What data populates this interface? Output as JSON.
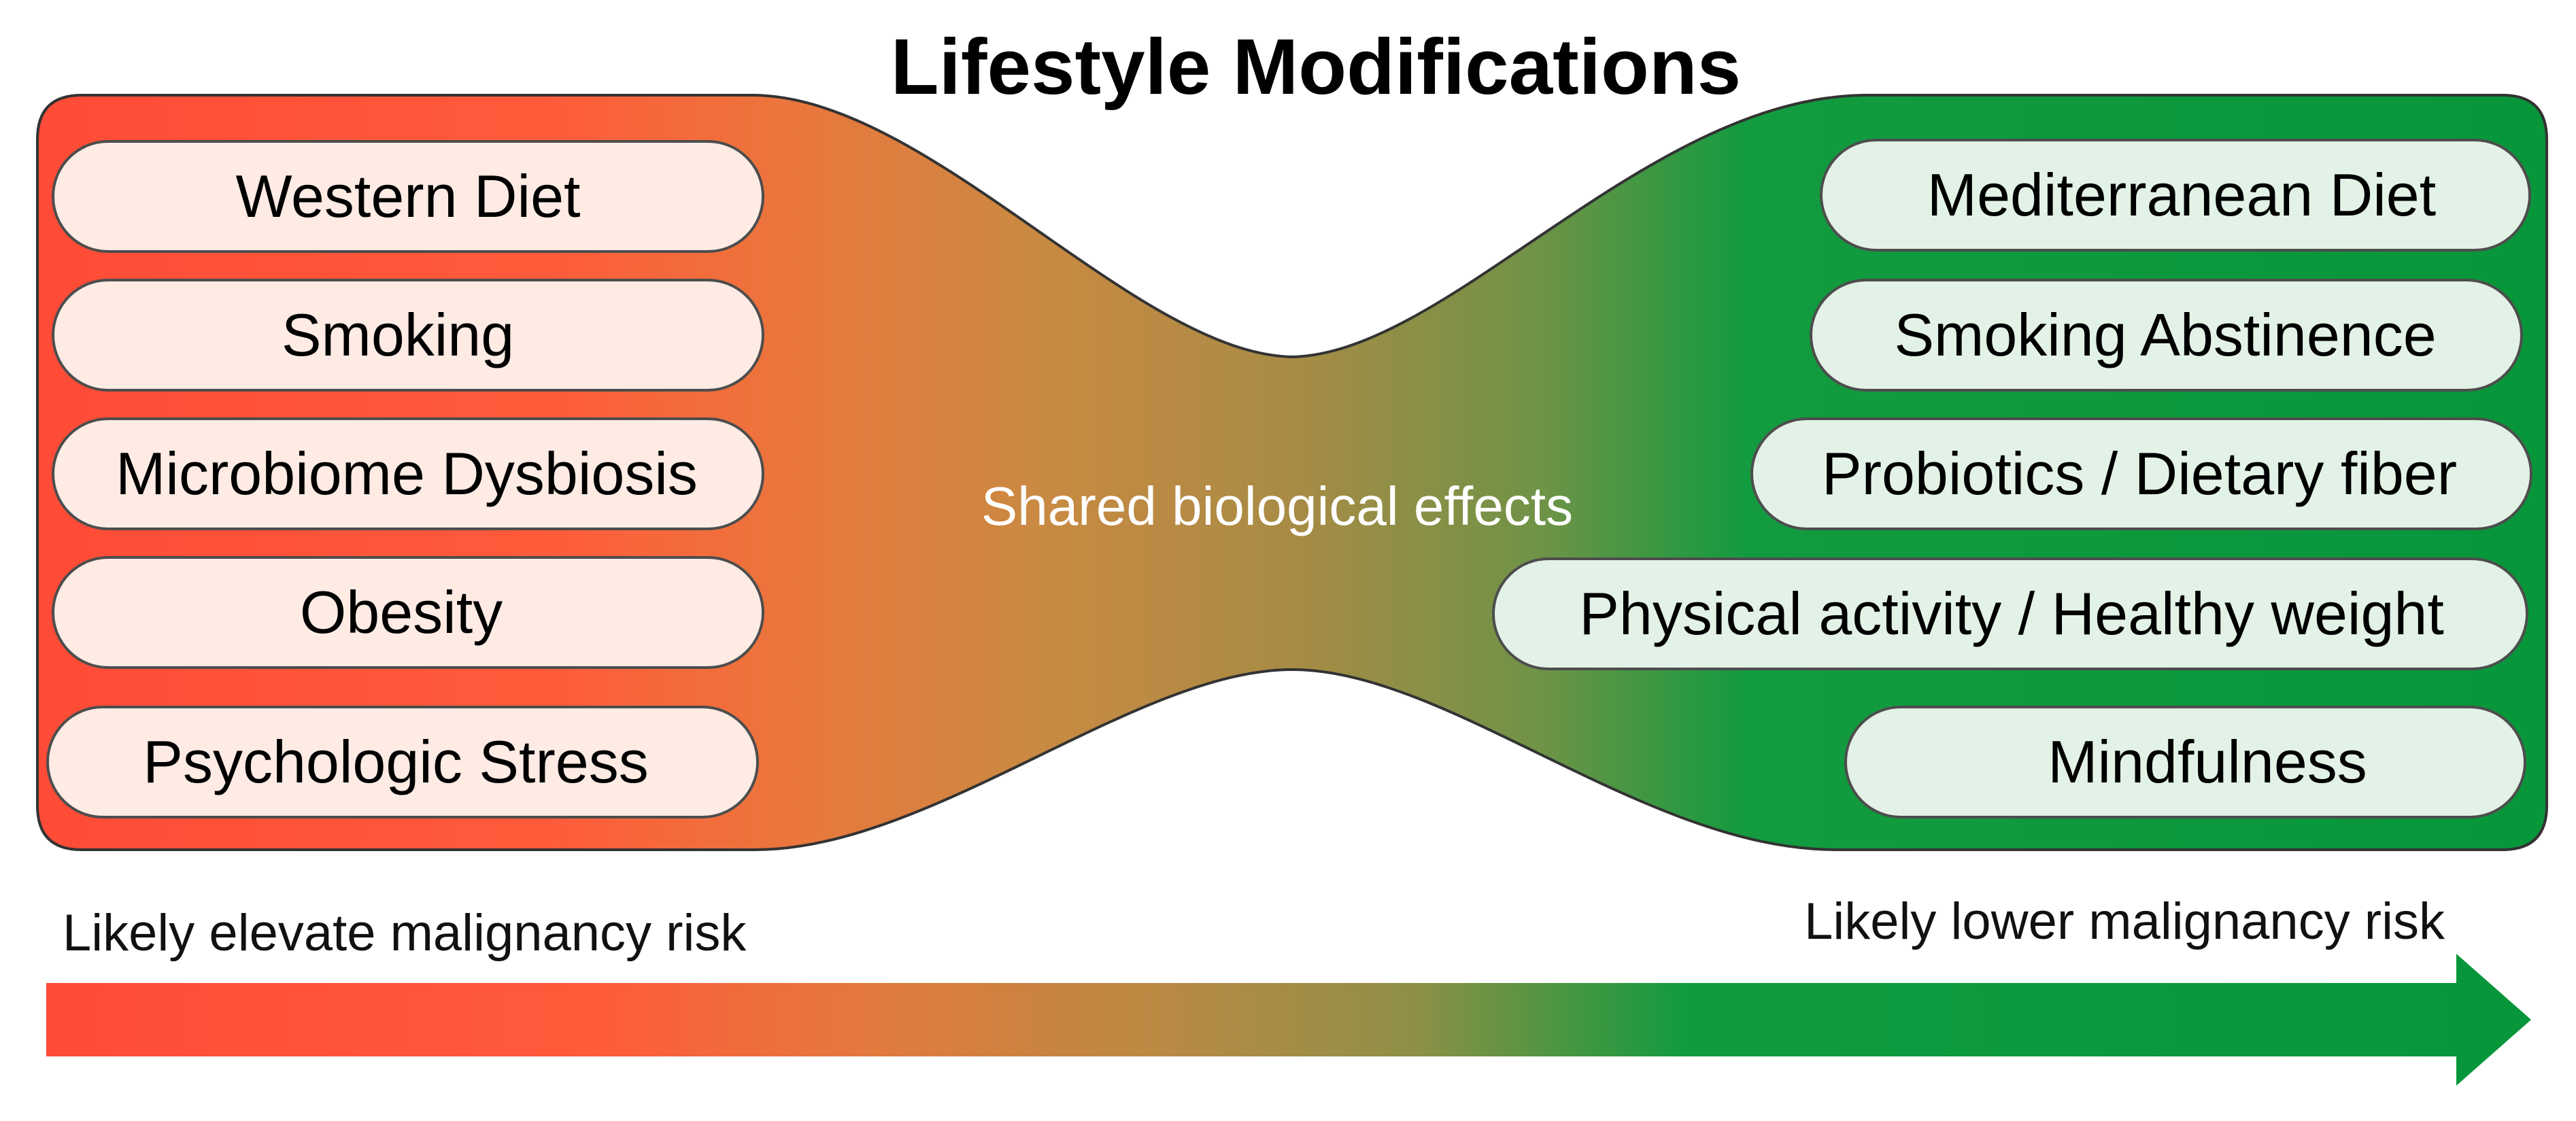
{
  "title": "Lifestyle Modifications",
  "center_label": "Shared biological effects",
  "left_factors": [
    "Western Diet",
    "Smoking",
    "Microbiome Dysbiosis",
    "Obesity",
    "Psychologic Stress"
  ],
  "right_factors": [
    "Mediterranean Diet",
    "Smoking Abstinence",
    "Probiotics / Dietary fiber",
    "Physical activity / Healthy weight",
    "Mindfulness"
  ],
  "risk_scale": {
    "left_label": "Likely elevate malignancy risk",
    "right_label": "Likely lower malignancy risk"
  },
  "colors": {
    "risk_high": "#ff4b37",
    "transition": "#a88b45",
    "risk_low": "#0a9a3c",
    "left_pill_fill": "#fdebe4",
    "right_pill_fill": "#e3f2e6"
  }
}
